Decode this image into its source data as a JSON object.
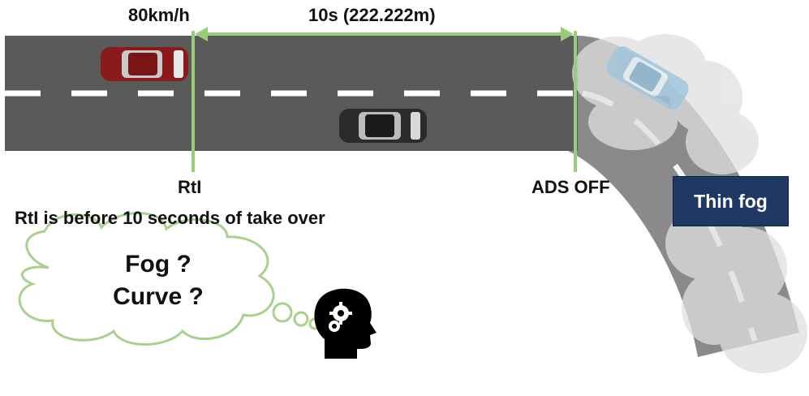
{
  "labels": {
    "speed": "80km/h",
    "distance": "10s (222.222m)",
    "rti": "RtI",
    "ads_off": "ADS OFF",
    "note": "RtI is before 10 seconds of take over",
    "thought_line1": "Fog ?",
    "thought_line2": "Curve ?",
    "fog": "Thin fog"
  },
  "colors": {
    "road": "#5a5a5a",
    "road_edge": "#4b4b4b",
    "fog_road": "#a8a8a8",
    "lane_marking": "#ffffff",
    "marker_green": "#99cc77",
    "cloud_outline": "#a9d18e",
    "fog_box": "#1f3864",
    "car_lead": "#8b1a1a",
    "car_ego": "#2b2b2b",
    "car_ahead": "#9ec5dc"
  },
  "icons": [
    "thinking-head-gears-icon",
    "thought-cloud-icon",
    "car-icon"
  ]
}
